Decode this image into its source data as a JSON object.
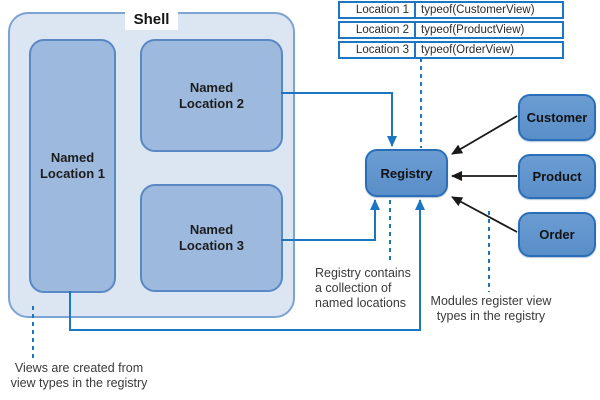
{
  "diagram": {
    "shell": {
      "title": "Shell"
    },
    "locations": [
      {
        "label": "Named\nLocation 1"
      },
      {
        "label": "Named\nLocation 2"
      },
      {
        "label": "Named\nLocation 3"
      }
    ],
    "registry": {
      "label": "Registry"
    },
    "modules": [
      {
        "label": "Customer"
      },
      {
        "label": "Product"
      },
      {
        "label": "Order"
      }
    ],
    "mapping_table": {
      "rows": [
        {
          "location": "Location 1",
          "view_type": "typeof(CustomerView)"
        },
        {
          "location": "Location 2",
          "view_type": "typeof(ProductView)"
        },
        {
          "location": "Location 3",
          "view_type": "typeof(OrderView)"
        }
      ]
    },
    "annotations": {
      "registry_contains": "Registry contains\na collection of\nnamed locations",
      "modules_register": "Modules register view\ntypes in the registry",
      "views_created": "Views are created from\nview types in the registry"
    },
    "colors": {
      "shell_fill": "#dce6f3",
      "shell_border": "#7ba3d4",
      "location_fill": "#9dbade",
      "location_border": "#5988c4",
      "node_fill": "#6095cc",
      "node_border": "#2a6eb8",
      "connector_blue": "#1d76c1",
      "arrow_black": "#1a1a1a",
      "table_border": "#1d76c1"
    }
  }
}
